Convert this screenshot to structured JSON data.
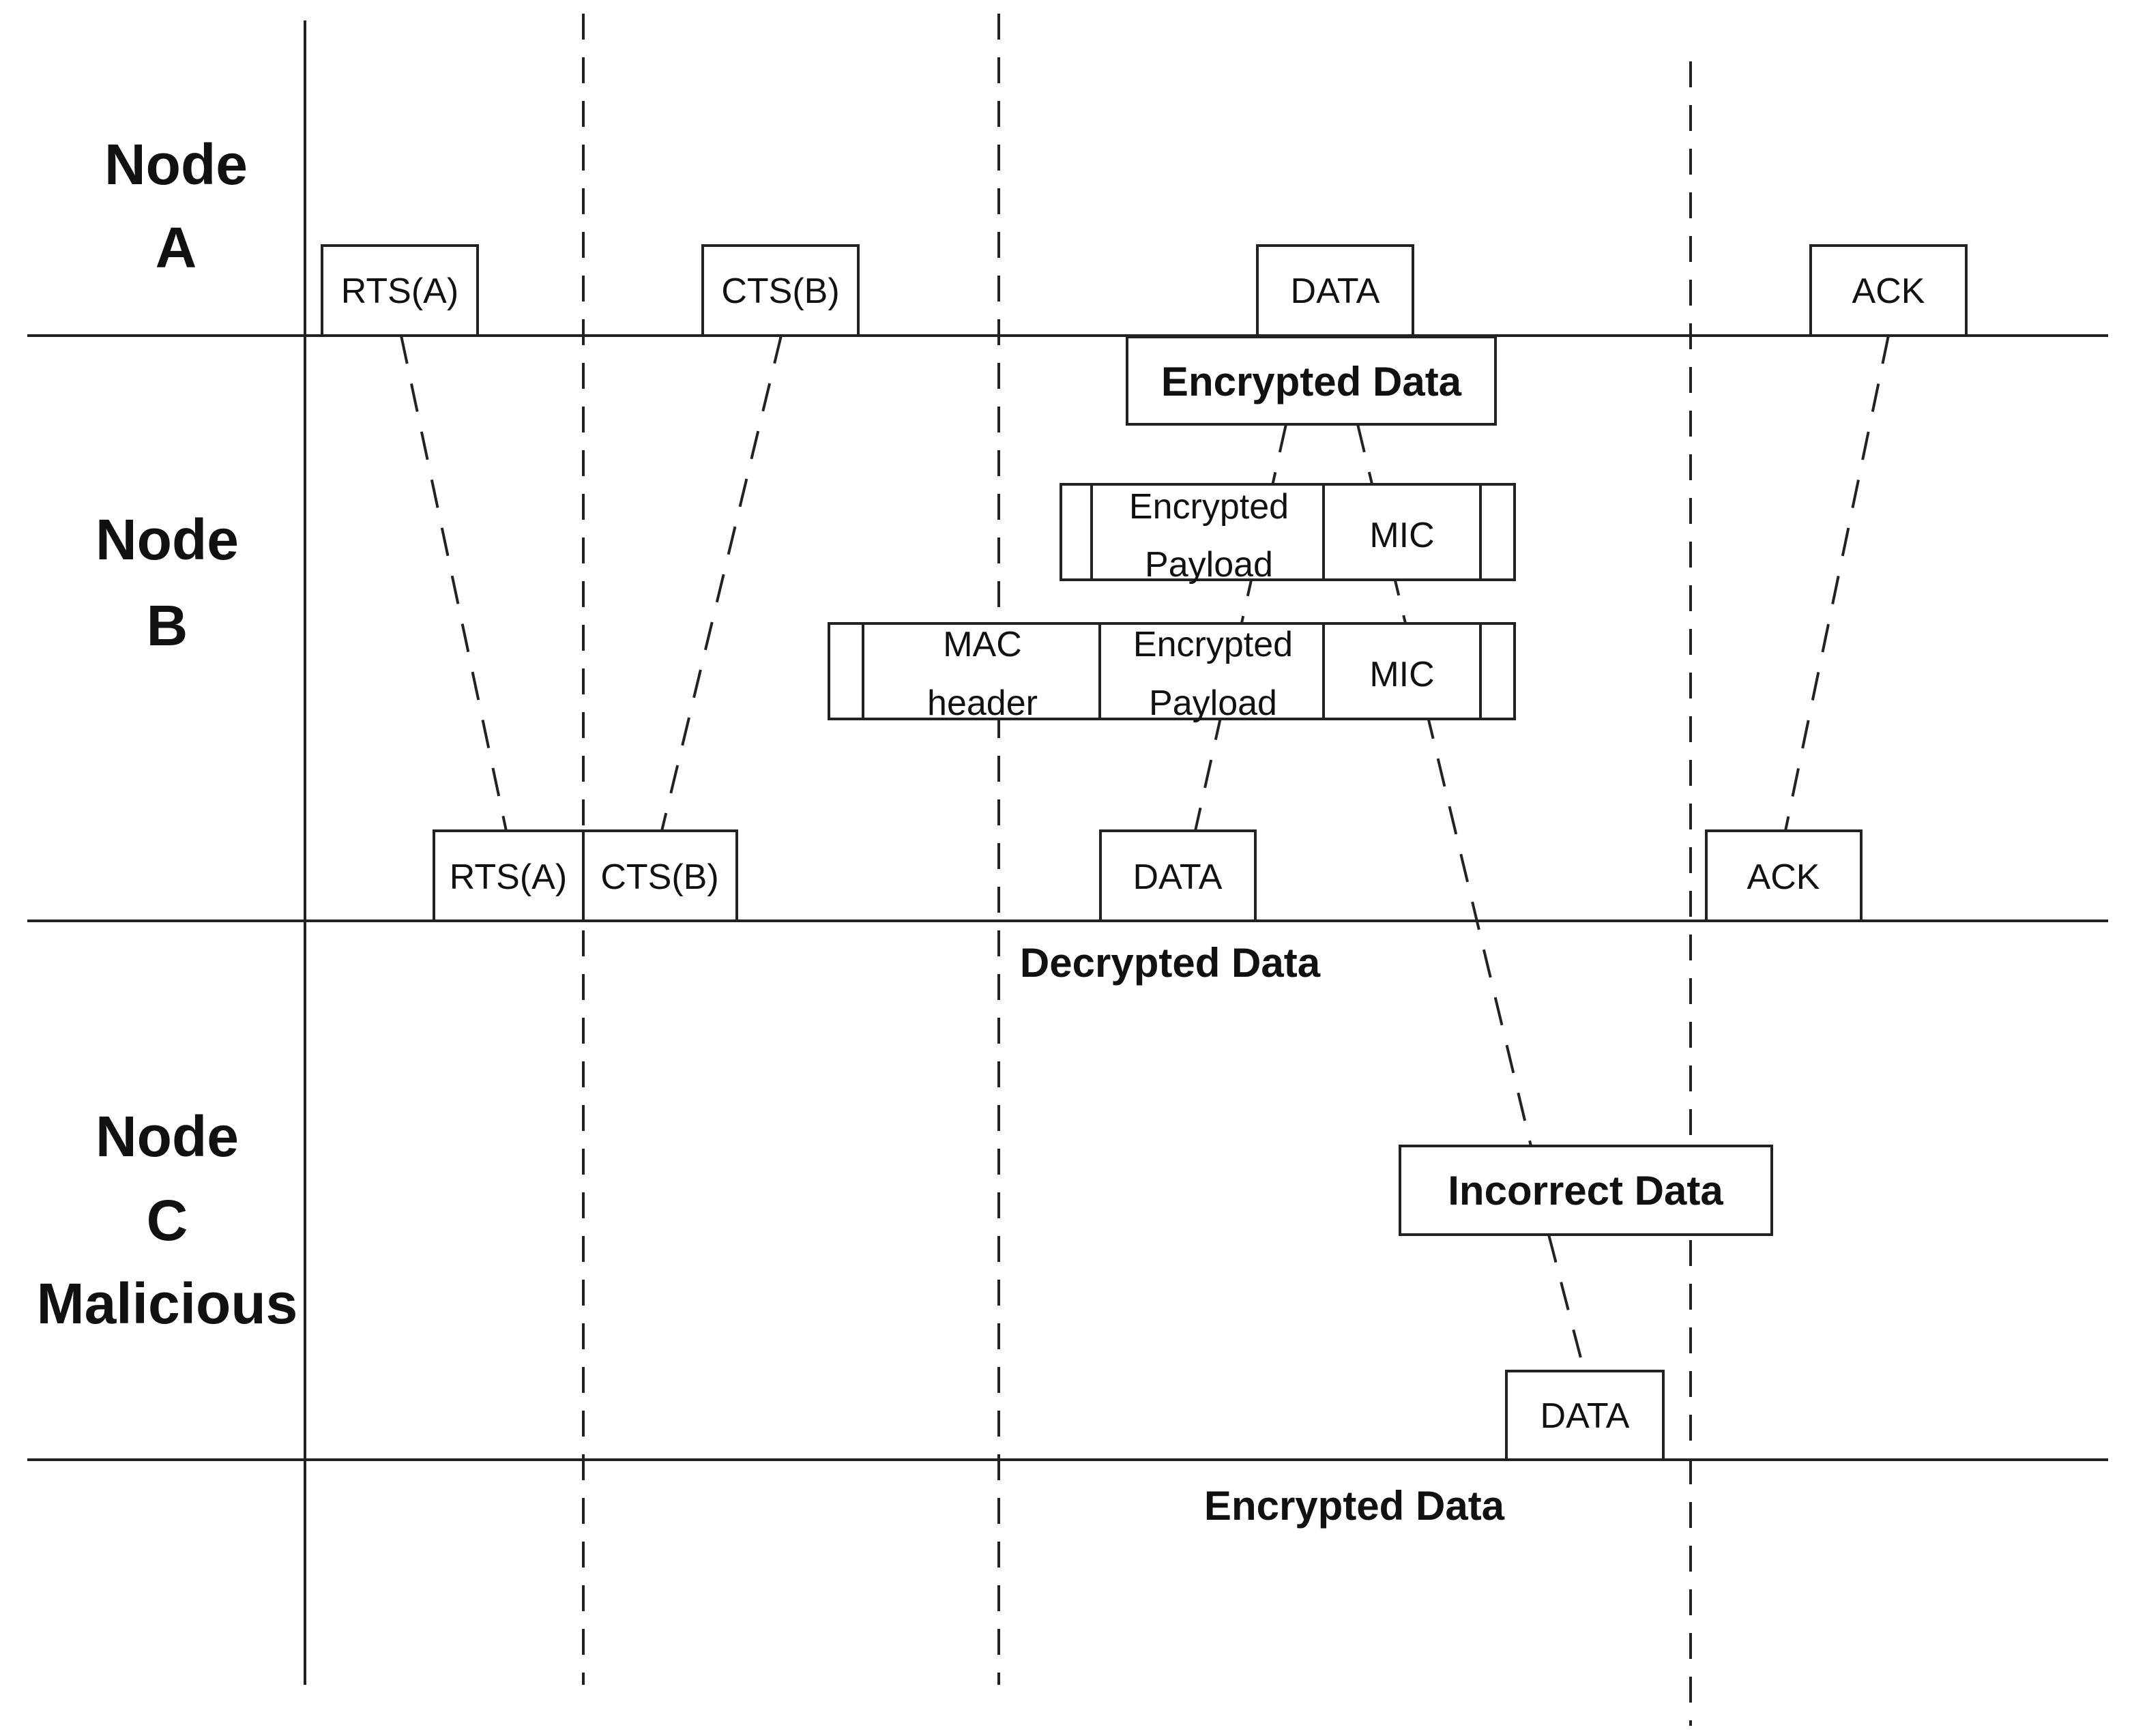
{
  "nodes": {
    "a": {
      "line1": "Node",
      "line2": "A"
    },
    "b": {
      "line1": "Node",
      "line2": "B"
    },
    "c": {
      "line1": "Node",
      "line2": "C",
      "line3": "Malicious"
    }
  },
  "node_a_frames": {
    "rts": "RTS(A)",
    "cts": "CTS(B)",
    "data": "DATA",
    "ack": "ACK"
  },
  "node_b_frames": {
    "rts": "RTS(A)",
    "cts": "CTS(B)",
    "data": "DATA",
    "ack": "ACK"
  },
  "node_c_frames": {
    "data": "DATA"
  },
  "encrypted_data_box": "Encrypted Data",
  "upper_frame": {
    "payload_line1": "Encrypted",
    "payload_line2": "Payload",
    "mic": "MIC"
  },
  "lower_frame": {
    "mac_line1": "MAC",
    "mac_line2": "header",
    "payload_line1": "Encrypted",
    "payload_line2": "Payload",
    "mic": "MIC"
  },
  "decrypted_data_label": "Decrypted Data",
  "incorrect_data_box": "Incorrect Data",
  "encrypted_data_label": "Encrypted Data"
}
